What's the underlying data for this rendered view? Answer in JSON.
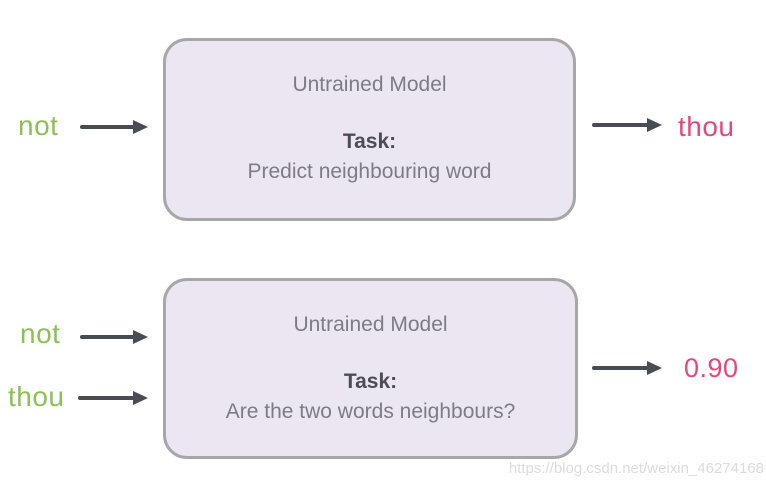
{
  "top_flow": {
    "input": "not",
    "box": {
      "title": "Untrained Model",
      "task_label": "Task:",
      "task_description": "Predict neighbouring word"
    },
    "output": "thou"
  },
  "bottom_flow": {
    "inputs": [
      "not",
      "thou"
    ],
    "box": {
      "title": "Untrained Model",
      "task_label": "Task:",
      "task_description": "Are the two words neighbours?"
    },
    "output": "0.90"
  },
  "watermark": "https://blog.csdn.net/weixin_46274168",
  "colors": {
    "input_word": "#8cc153",
    "output_word": "#e8467e",
    "arrow": "#474c55",
    "box_fill": "#ece6f3",
    "box_border": "#a7a7a7",
    "box_text": "#7c7c85",
    "task_text": "#4b4d55",
    "watermark_text": "#dcdcdc"
  }
}
